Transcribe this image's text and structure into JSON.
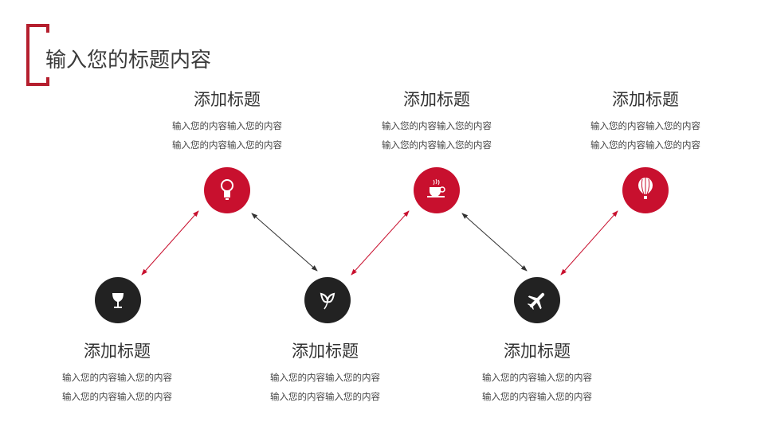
{
  "slide_title": "输入您的标题内容",
  "colors": {
    "accent": "#c8102e",
    "dark": "#222222",
    "bracket": "#b51f2e"
  },
  "items": [
    {
      "title": "添加标题",
      "line1": "输入您的内容输入您的内容",
      "line2": "输入您的内容输入您的内容",
      "icon": "lightbulb-icon"
    },
    {
      "title": "添加标题",
      "line1": "输入您的内容输入您的内容",
      "line2": "输入您的内容输入您的内容",
      "icon": "coffee-cup-icon"
    },
    {
      "title": "添加标题",
      "line1": "输入您的内容输入您的内容",
      "line2": "输入您的内容输入您的内容",
      "icon": "hot-air-balloon-icon"
    },
    {
      "title": "添加标题",
      "line1": "输入您的内容输入您的内容",
      "line2": "输入您的内容输入您的内容",
      "icon": "wine-glass-icon"
    },
    {
      "title": "添加标题",
      "line1": "输入您的内容输入您的内容",
      "line2": "输入您的内容输入您的内容",
      "icon": "leaves-icon"
    },
    {
      "title": "添加标题",
      "line1": "输入您的内容输入您的内容",
      "line2": "输入您的内容输入您的内容",
      "icon": "airplane-icon"
    }
  ]
}
